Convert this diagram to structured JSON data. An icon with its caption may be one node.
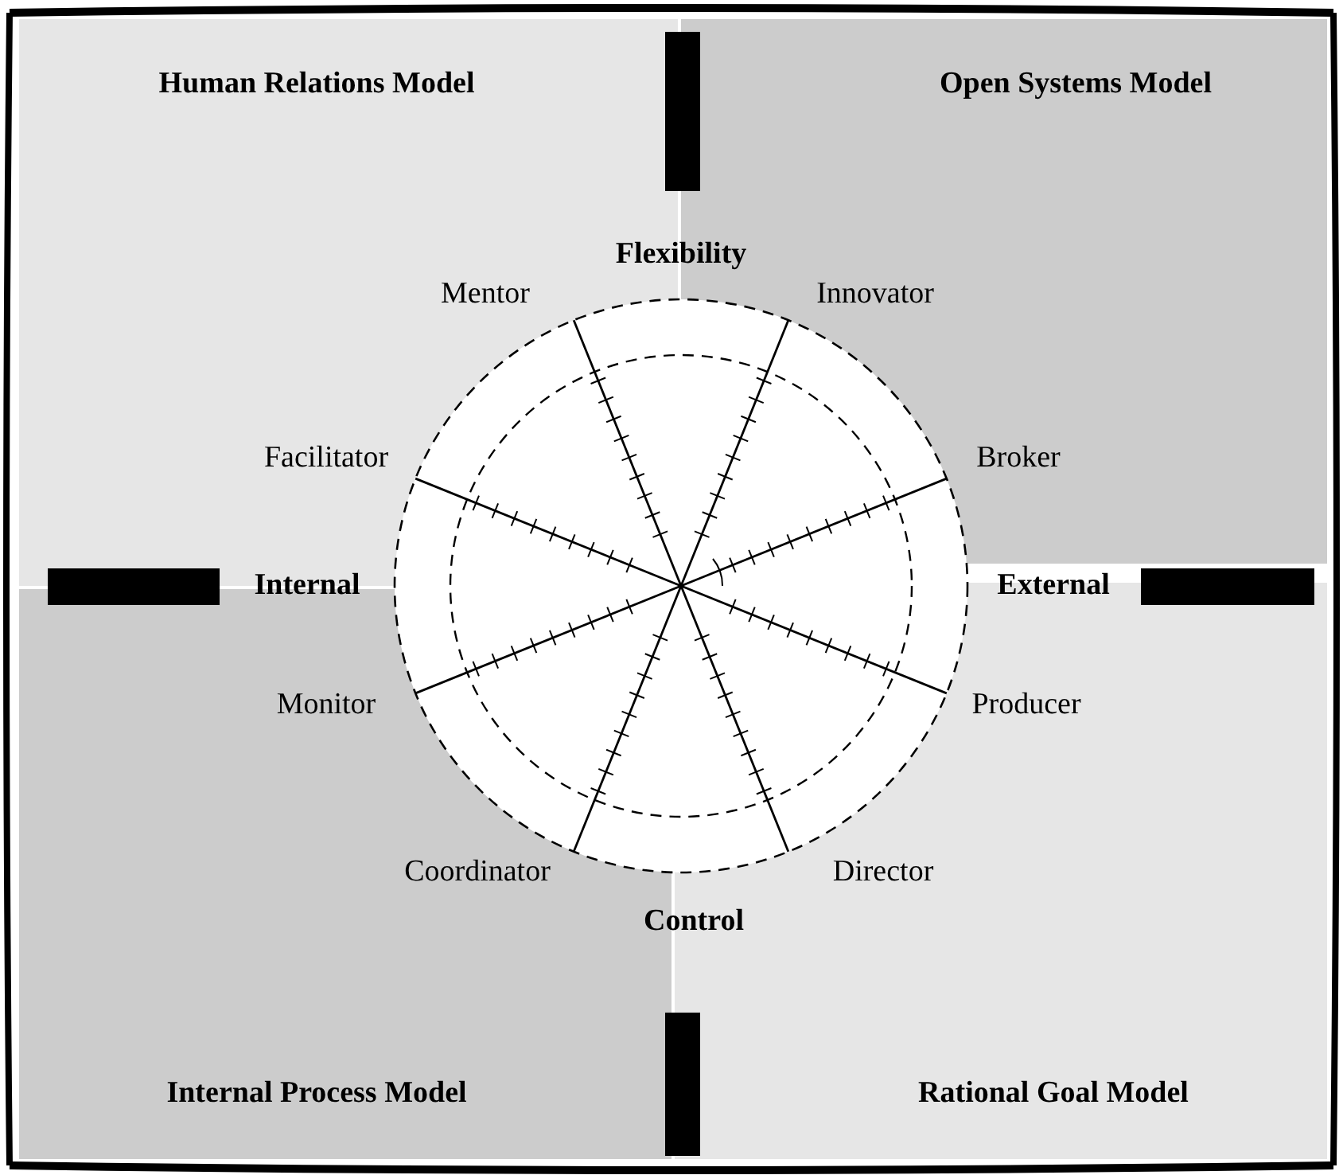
{
  "diagram": {
    "nodes": [
      {
        "text": [
          "Human Relations Model"
        ]
      },
      {
        "text": [
          "Open Systems Model"
        ]
      },
      {
        "text": [
          "Internal Process Model"
        ]
      },
      {
        "text": [
          "Rational Goal Model"
        ]
      }
    ],
    "edges": [],
    "labels": [
      "Flexibility",
      "Mentor",
      "Innovator",
      "Facilitator",
      "Broker",
      "Internal",
      "External",
      "Monitor",
      "Producer",
      "Coordinator",
      "Director",
      "Control"
    ]
  }
}
